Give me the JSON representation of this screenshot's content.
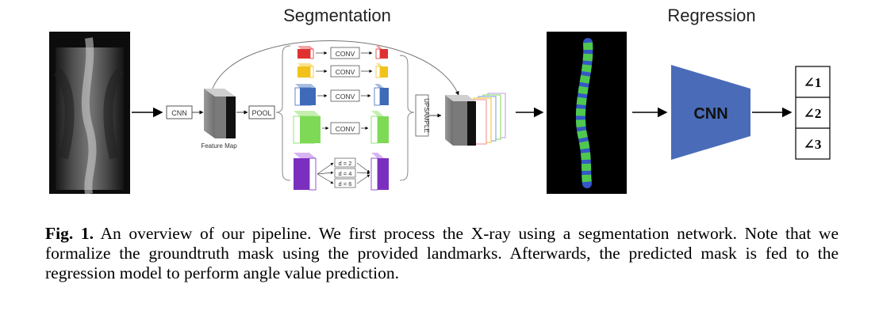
{
  "figure": {
    "segmentation_title": "Segmentation",
    "regression_title": "Regression",
    "cnn_box_label": "CNN",
    "pool_box_label": "POOL",
    "feature_map_label": "Feature Map",
    "conv_label": "CONV",
    "upsample_label": "UPSAMPLE",
    "dilations": [
      "d = 2",
      "d = 4",
      "d = 6"
    ],
    "regression_cnn_label": "CNN",
    "outputs": [
      "∠1",
      "∠2",
      "∠3"
    ],
    "colors": {
      "regression_trapezoid": "#4a6cb8",
      "mask_vertebra": "#4fc84f",
      "mask_disc": "#3556c8",
      "pyramid_red": "#e03131",
      "pyramid_yellow": "#f2c21b",
      "pyramid_blue": "#3e6ab8",
      "pyramid_green": "#7ed957",
      "pyramid_purple": "#7b2fbf"
    }
  },
  "caption": {
    "label": "Fig. 1.",
    "text": "An overview of our pipeline. We first process the X-ray using a segmentation network. Note that we formalize the groundtruth mask using the provided landmarks. Afterwards, the predicted mask is fed to the regression model to perform angle value prediction."
  }
}
